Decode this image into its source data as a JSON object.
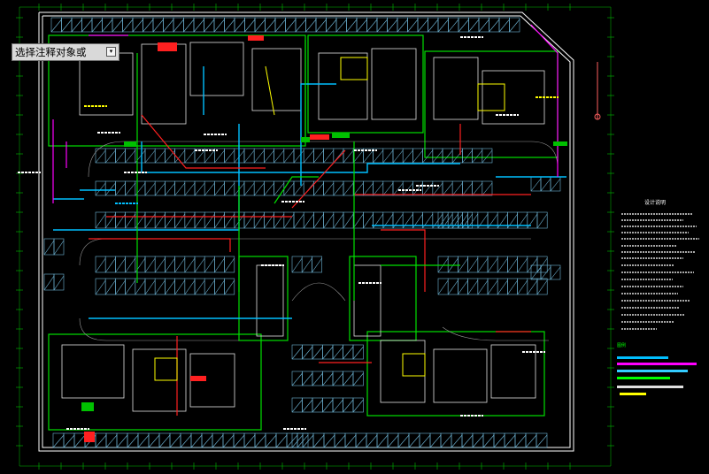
{
  "prompt_tooltip": {
    "text": "选择注释对象或",
    "dropdown_glyph": "▾"
  },
  "colors": {
    "background": "#000000",
    "wall": "#ffffff",
    "frame": "#00ff00",
    "duct_cyan": "#00bfff",
    "duct_red": "#ff2020",
    "duct_green": "#00e000",
    "magenta": "#ff00ff",
    "yellow": "#ffff00",
    "parking": "#6fb6d6"
  },
  "notes_panel": {
    "title": "设计说明",
    "legend_heading": "图例"
  }
}
